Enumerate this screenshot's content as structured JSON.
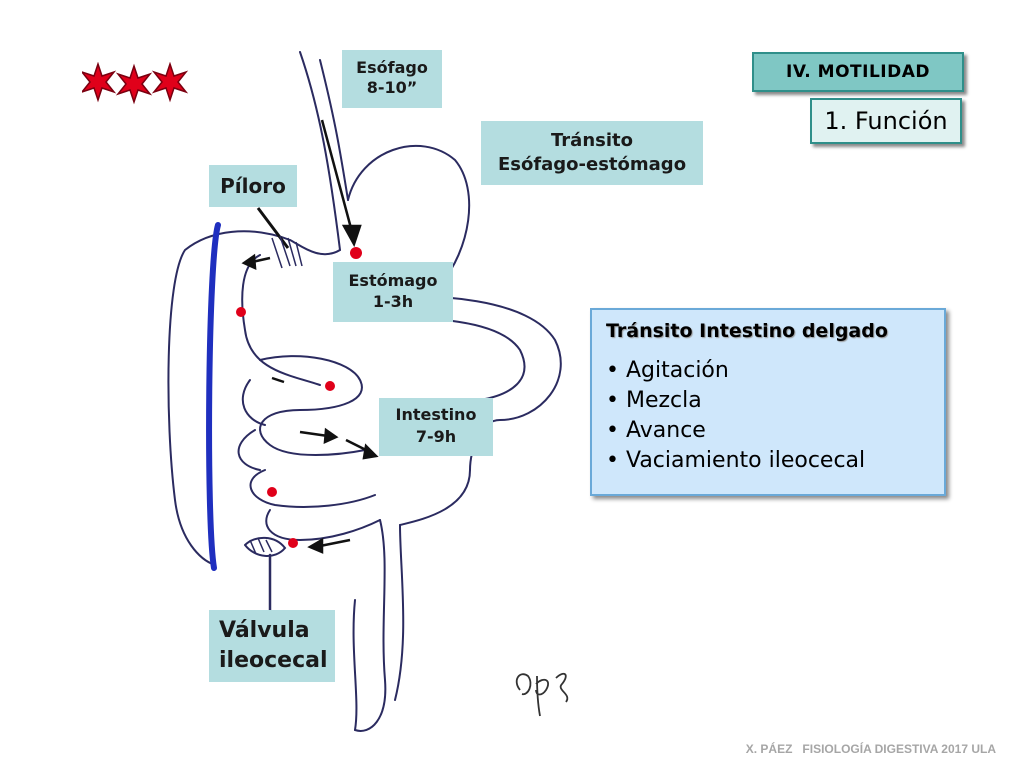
{
  "section": "IV. MOTILIDAD",
  "function": "1. Función",
  "labels": {
    "esofago_name": "Esófago",
    "esofago_time": "8-10”",
    "transito_line1": "Tránsito",
    "transito_line2": "Esófago-estómago",
    "piloro": "Píloro",
    "estomago_name": "Estómago",
    "estomago_time": "1-3h",
    "intestino_name": "Intestino",
    "intestino_time": "7-9h",
    "valvula_line1": "Válvula",
    "valvula_line2": "ileocecal"
  },
  "info": {
    "title": "Tránsito Intestino delgado",
    "items": [
      "Agitación",
      "Mezcla",
      "Avance",
      "Vaciamiento ileocecal"
    ]
  },
  "footer": "X. PÁEZ   FISIOLOGÍA DIGESTIVA 2017 ULA",
  "colors": {
    "label_bg": "#b4dde0",
    "section_bg": "#7fc7c4",
    "info_bg": "#cfe7fb",
    "marker_red": "#e0001a",
    "stars_red": "#e0001a",
    "colon_band": "#1f2fbf"
  }
}
